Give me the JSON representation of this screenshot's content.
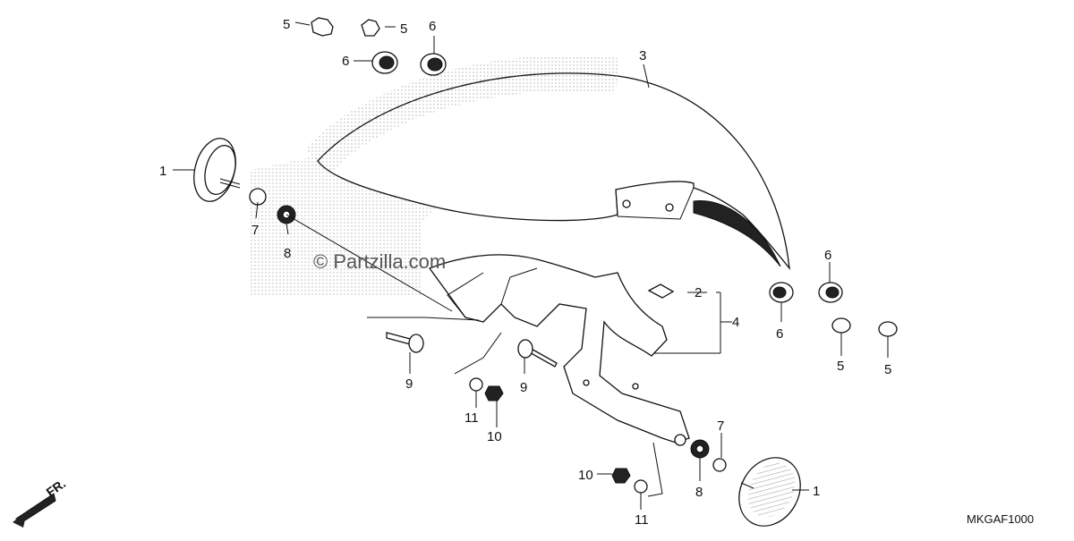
{
  "diagram": {
    "callouts": [
      {
        "id": "c1a",
        "text": "1"
      },
      {
        "id": "c1b",
        "text": "1"
      },
      {
        "id": "c2",
        "text": "2"
      },
      {
        "id": "c3",
        "text": "3"
      },
      {
        "id": "c4",
        "text": "4"
      },
      {
        "id": "c5a",
        "text": "5"
      },
      {
        "id": "c5b",
        "text": "5"
      },
      {
        "id": "c5c",
        "text": "5"
      },
      {
        "id": "c5d",
        "text": "5"
      },
      {
        "id": "c6a",
        "text": "6"
      },
      {
        "id": "c6b",
        "text": "6"
      },
      {
        "id": "c6c",
        "text": "6"
      },
      {
        "id": "c6d",
        "text": "6"
      },
      {
        "id": "c7a",
        "text": "7"
      },
      {
        "id": "c7b",
        "text": "7"
      },
      {
        "id": "c8a",
        "text": "8"
      },
      {
        "id": "c8b",
        "text": "8"
      },
      {
        "id": "c9a",
        "text": "9"
      },
      {
        "id": "c9b",
        "text": "9"
      },
      {
        "id": "c10a",
        "text": "10"
      },
      {
        "id": "c10b",
        "text": "10"
      },
      {
        "id": "c11a",
        "text": "11"
      },
      {
        "id": "c11b",
        "text": "11"
      }
    ],
    "watermark": "© Partzilla.com",
    "direction_label": "FR.",
    "diagram_code": "MKGAF1000"
  }
}
